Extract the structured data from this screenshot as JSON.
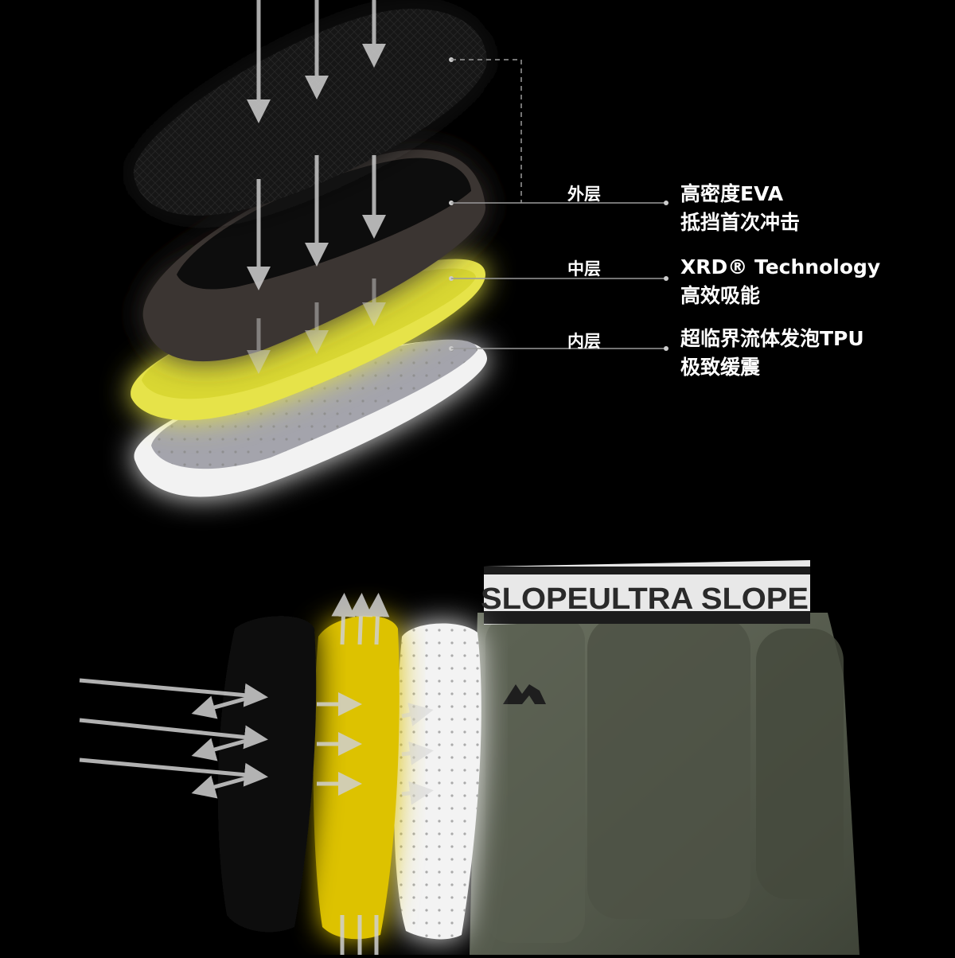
{
  "layers": [
    {
      "name": "外层",
      "line1": "高密度EVA",
      "line2": "抵挡首次冲击"
    },
    {
      "name": "中层",
      "line1": "XRD® Technology",
      "line2": "高效吸能"
    },
    {
      "name": "内层",
      "line1": "超临界流体发泡TPU",
      "line2": "极致缓震"
    }
  ],
  "waistband_text": "SLOPEULTRA SLOPE",
  "colors": {
    "background": "#000000",
    "outer": "#1a1a1a",
    "middle_dark": "#3b3430",
    "xrd": "#e6e34a",
    "tpu": "#f0f0f0",
    "shorts": "#5f6556"
  }
}
